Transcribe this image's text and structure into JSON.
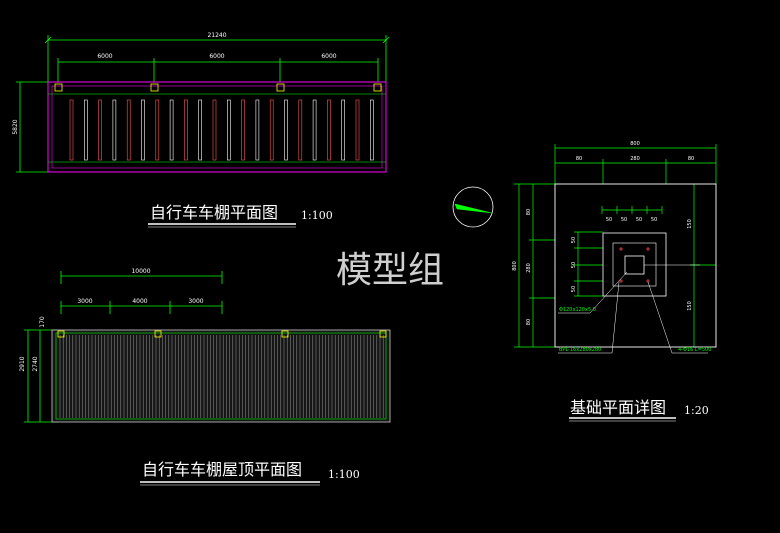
{
  "watermark": "模型组",
  "plan": {
    "title": "自行车车棚平面图",
    "scale": "1:100",
    "dim_total": "21240",
    "dim_bays": [
      "6000",
      "6000",
      "6000"
    ],
    "dim_depth": "5820"
  },
  "roof": {
    "title": "自行车车棚屋顶平面图",
    "scale": "1:100",
    "dim_total": "10000",
    "dim_bays": [
      "3000",
      "4000",
      "3000"
    ],
    "dim_top": "170",
    "dim_inner": "2740",
    "dim_depth": "2910"
  },
  "foundation": {
    "title": "基础平面详图",
    "scale": "1:20",
    "dim_total": "800",
    "dim_top": [
      "80",
      "280",
      "80"
    ],
    "dim_inner": [
      "50",
      "50",
      "50",
      "50"
    ],
    "dim_left": [
      "80",
      "280",
      "80"
    ],
    "dim_left_total": "800",
    "dim_right": [
      "150",
      "150"
    ],
    "dim_anchor_v": [
      "50",
      "50",
      "50"
    ],
    "label_tube": "Φ120x120x5.0",
    "label_plate": "BPL-16x280x280",
    "label_bolts": "4-Φ16 L=500"
  },
  "colors": {
    "background": "#000000",
    "dimension": "#00ff00",
    "outline": "#ff00ff",
    "column": "#ffff00",
    "slot": "#ff5555",
    "text": "#ffffff"
  }
}
